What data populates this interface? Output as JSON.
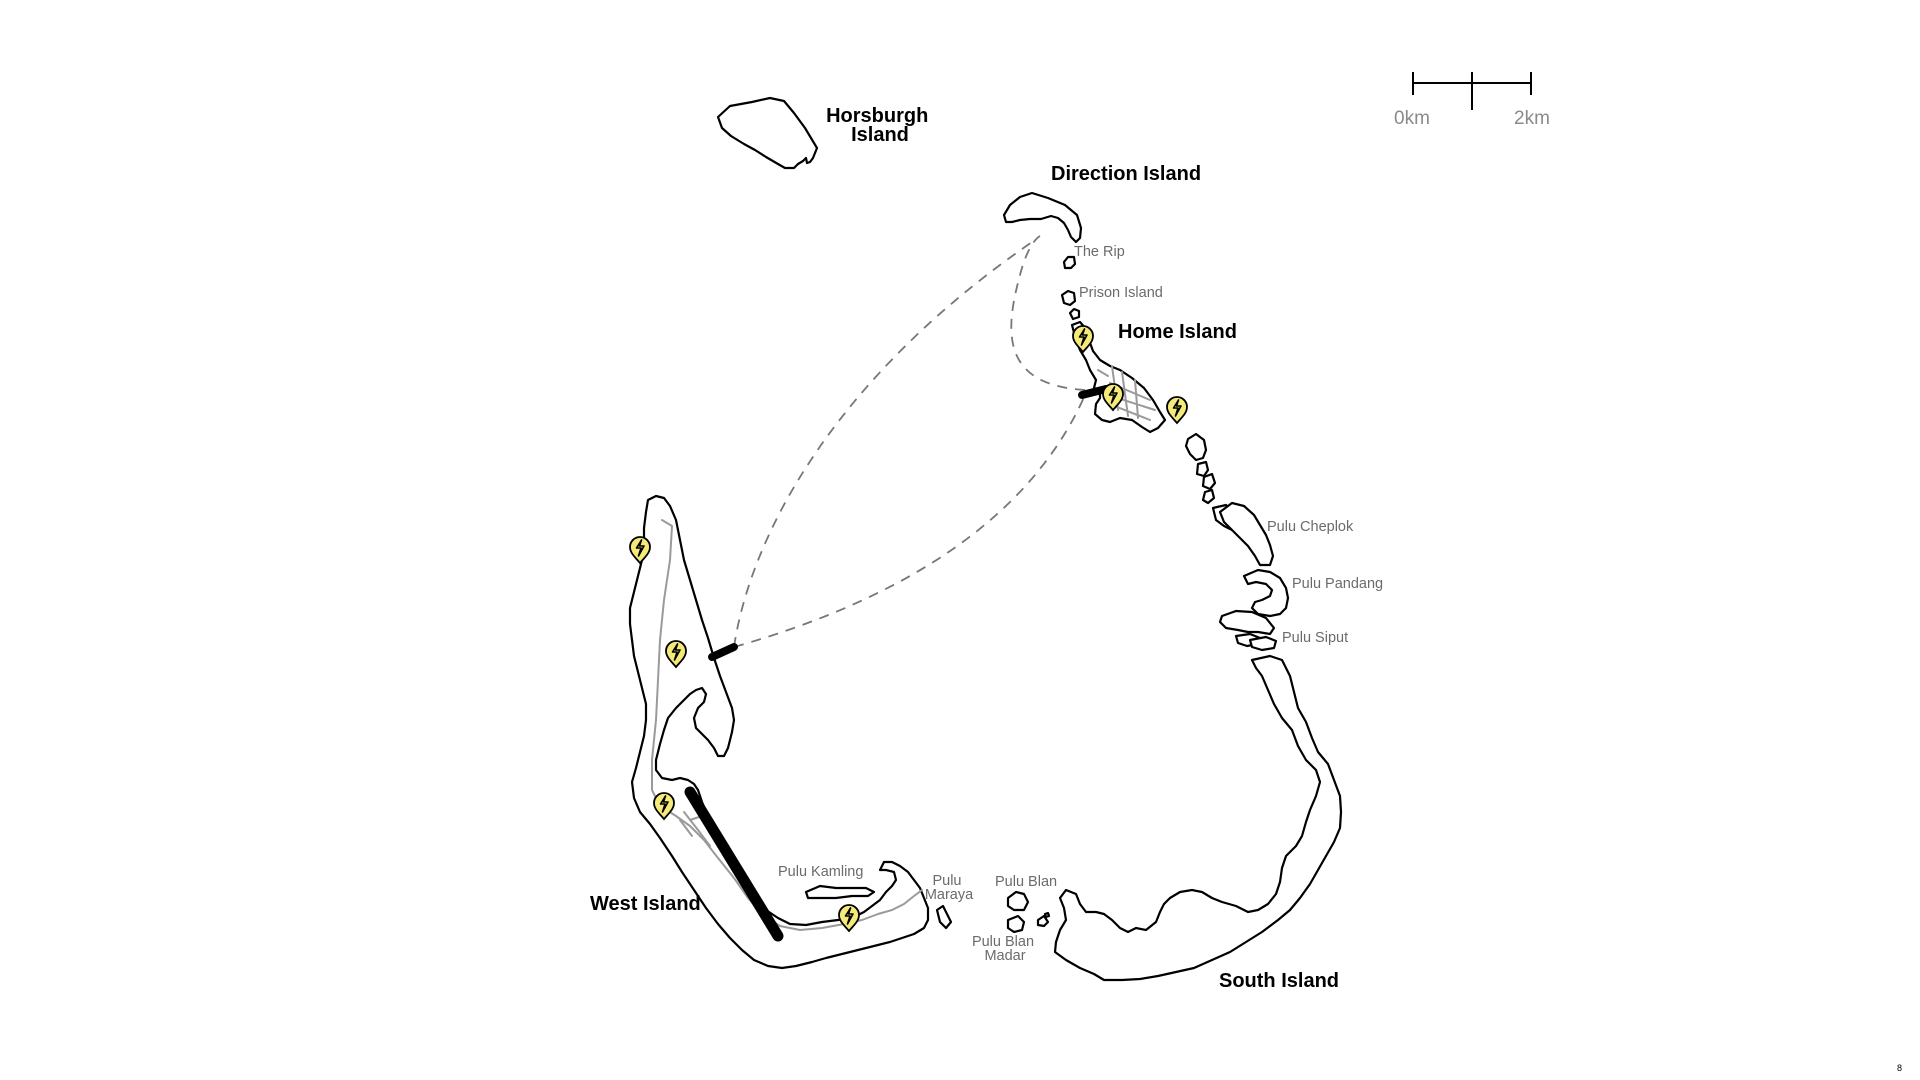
{
  "map": {
    "colors": {
      "charging_pin": "#f3ea7a",
      "ferry_route": "#777777",
      "road": "#9a9a9a",
      "minor_label": "#6b6b6b"
    },
    "icon": "charging-station-icon",
    "scale_bar": {
      "label_start": "0km",
      "label_end": "2km"
    },
    "labels": {
      "horsburgh_island": [
        "Horsburgh",
        "Island"
      ],
      "direction_island": "Direction Island",
      "the_rip": "The Rip",
      "prison_island": "Prison Island",
      "home_island": "Home Island",
      "pulu_cheplok": "Pulu Cheplok",
      "pulu_pandang": "Pulu Pandang",
      "pulu_siput": "Pulu Siput",
      "west_island": "West Island",
      "pulu_kamling": "Pulu Kamling",
      "pulu_maraya": [
        "Pulu",
        "Maraya"
      ],
      "pulu_blan": "Pulu Blan",
      "pulu_blan_madar": [
        "Pulu Blan",
        "Madar"
      ],
      "south_island": "South Island"
    },
    "page_number": "8"
  }
}
